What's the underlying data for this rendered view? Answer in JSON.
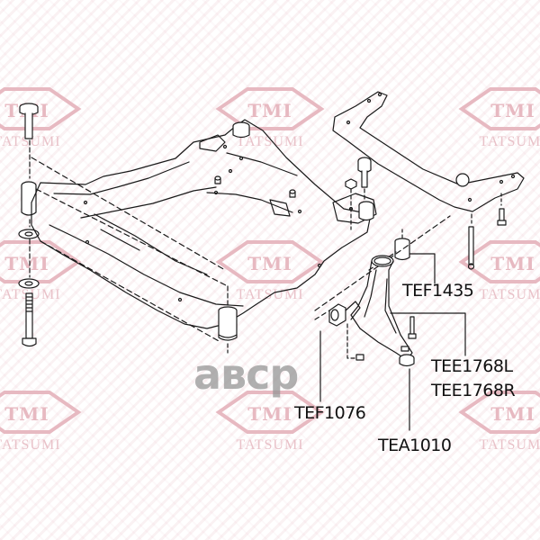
{
  "diagram": {
    "subject": "Front subframe (crossmember) with lower control arm exploded view",
    "part_labels": [
      {
        "id": "tef1435",
        "text": "TEF1435"
      },
      {
        "id": "tee1768l",
        "text": "TEE1768L"
      },
      {
        "id": "tee1768r",
        "text": "TEE1768R"
      },
      {
        "id": "tef1076",
        "text": "TEF1076"
      },
      {
        "id": "tea1010",
        "text": "TEA1010"
      }
    ]
  },
  "watermarks": {
    "brand_logo": "TMI",
    "brand_name": "TATSUMI",
    "overlay": "aвсp",
    "colors": {
      "brand": "#e7b9c1",
      "overlay": "#969696"
    }
  },
  "colors": {
    "line": "#1a1a1a",
    "background": "#ffffff",
    "pattern": "#f0d4da"
  }
}
